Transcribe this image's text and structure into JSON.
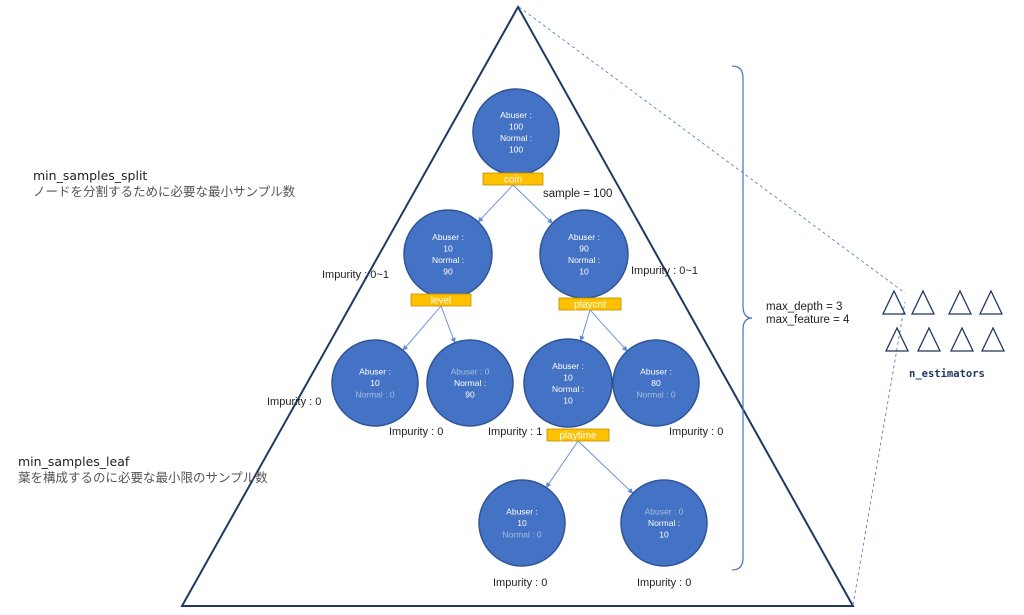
{
  "left_labels": {
    "min_samples_split": {
      "title": "min_samples_split",
      "description": "ノードを分割するために必要な最小サンプル数"
    },
    "min_samples_leaf": {
      "title": "min_samples_leaf",
      "description": "葉を構成するのに必要な最小限のサンプル数"
    }
  },
  "params": {
    "max_depth": "max_depth = 3",
    "max_feature": "max_feature = 4"
  },
  "estimators_label": "n_estimators",
  "colors": {
    "node_fill": "#4472c4",
    "node_stroke": "#2f5597",
    "split_fill": "#ffc000",
    "split_stroke": "#bf9000",
    "edge": "#5b8bd6",
    "outline": "#1f3864",
    "dim_text": "#a9bde0"
  },
  "nodes": [
    {
      "id": "root",
      "lines": [
        [
          "Abuser :",
          "w"
        ],
        [
          "100",
          "w"
        ],
        [
          "Normal :",
          "w"
        ],
        [
          "100",
          "w"
        ]
      ],
      "impurity": ""
    },
    {
      "id": "l1",
      "lines": [
        [
          "Abuser :",
          "w"
        ],
        [
          "10",
          "w"
        ],
        [
          "Normal :",
          "w"
        ],
        [
          "90",
          "w"
        ]
      ],
      "impurity": "Impurity : 0~1"
    },
    {
      "id": "r1",
      "lines": [
        [
          "Abuser :",
          "w"
        ],
        [
          "90",
          "w"
        ],
        [
          "Normal :",
          "w"
        ],
        [
          "10",
          "w"
        ]
      ],
      "impurity": "Impurity : 0~1"
    },
    {
      "id": "ll",
      "lines": [
        [
          "Abuser :",
          "w"
        ],
        [
          "10",
          "w"
        ],
        [
          "Normal : 0",
          "d"
        ]
      ],
      "impurity": "Impurity : 0"
    },
    {
      "id": "lr",
      "lines": [
        [
          "Abuser : 0",
          "d"
        ],
        [
          "Normal :",
          "w"
        ],
        [
          "90",
          "w"
        ]
      ],
      "impurity": "Impurity : 0"
    },
    {
      "id": "rl",
      "lines": [
        [
          "Abuser :",
          "w"
        ],
        [
          "10",
          "w"
        ],
        [
          "Normal :",
          "w"
        ],
        [
          "10",
          "w"
        ]
      ],
      "impurity": "Impurity : 1"
    },
    {
      "id": "rr",
      "lines": [
        [
          "Abuser :",
          "w"
        ],
        [
          "80",
          "w"
        ],
        [
          "Normal : 0",
          "d"
        ]
      ],
      "impurity": "Impurity : 0"
    },
    {
      "id": "rll",
      "lines": [
        [
          "Abuser :",
          "w"
        ],
        [
          "10",
          "w"
        ],
        [
          "Normal : 0",
          "d"
        ]
      ],
      "impurity": "Impurity : 0"
    },
    {
      "id": "rlr",
      "lines": [
        [
          "Abuser : 0",
          "d"
        ],
        [
          "Normal :",
          "w"
        ],
        [
          "10",
          "w"
        ]
      ],
      "impurity": "Impurity : 0"
    }
  ],
  "splits": [
    {
      "id": "coin",
      "label": "coin"
    },
    {
      "id": "level",
      "label": "level"
    },
    {
      "id": "playcnt",
      "label": "playcnt"
    },
    {
      "id": "playtime",
      "label": "playtime"
    }
  ],
  "sample_label": "sample = 100"
}
